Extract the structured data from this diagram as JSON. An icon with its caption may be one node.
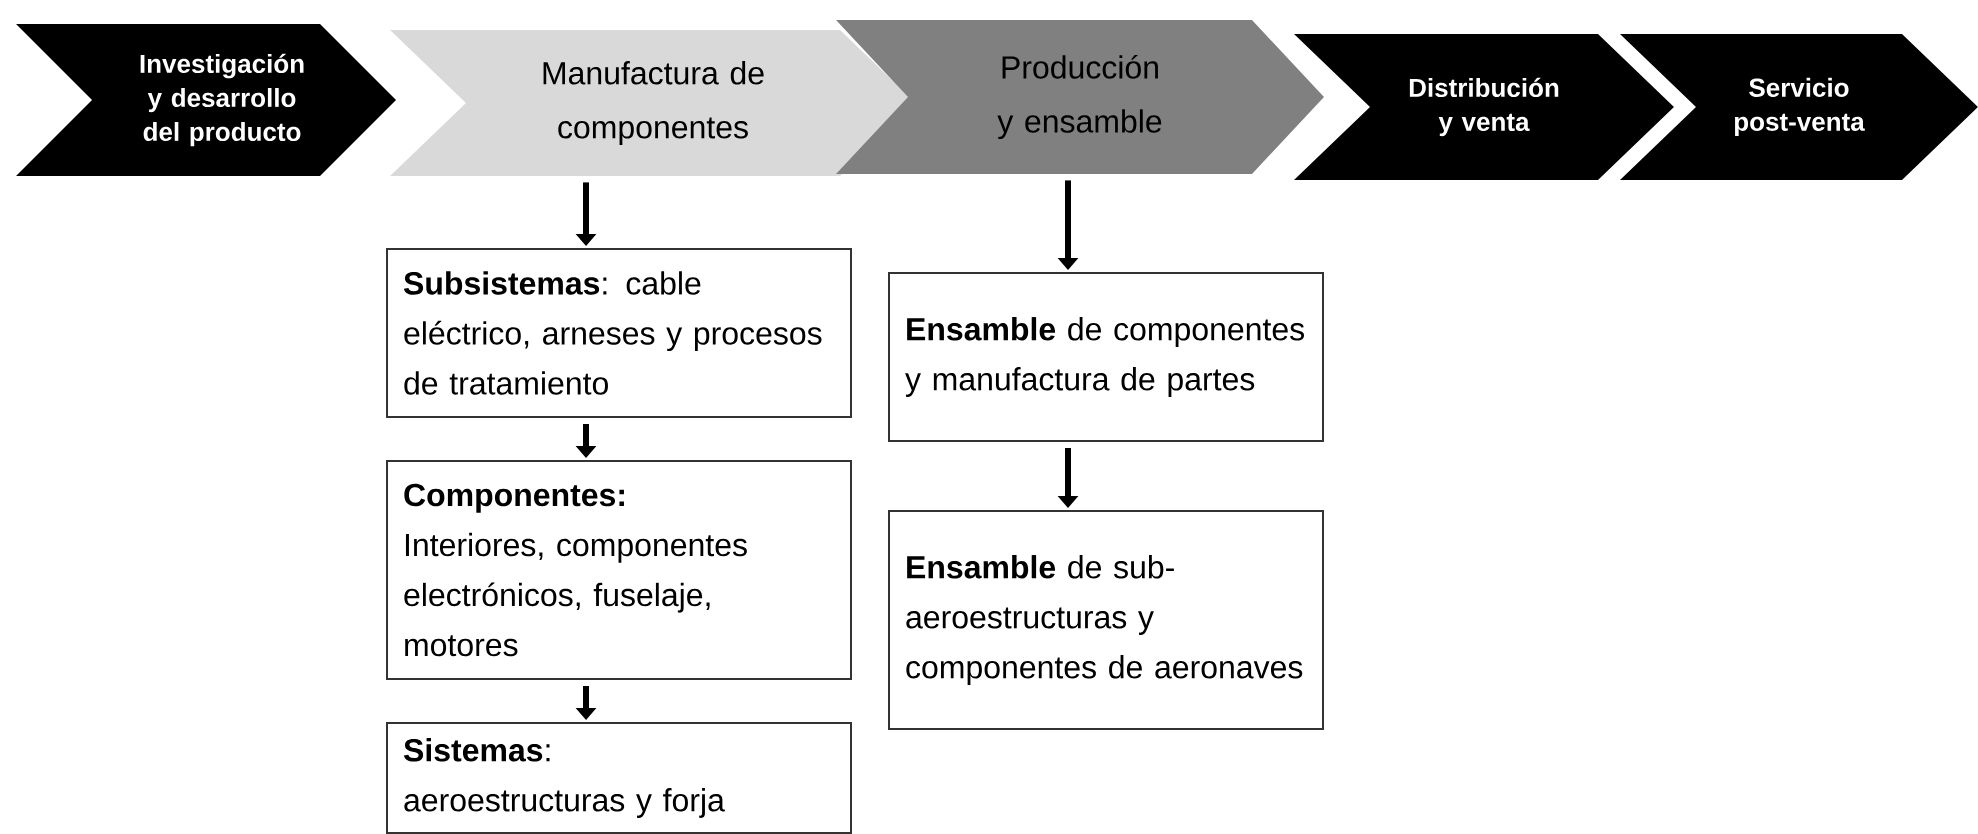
{
  "diagram": {
    "nodes": [
      {
        "text": [
          "Investigación y desarrollo del producto"
        ]
      },
      {
        "text": [
          "Manufactura de componentes"
        ]
      },
      {
        "text": [
          "Producción y ensamble"
        ]
      },
      {
        "text": [
          "Distribución y venta"
        ]
      },
      {
        "text": [
          "Servicio post-venta"
        ]
      },
      {
        "text": [
          "**Subsistemas**: cable eléctrico, arneses y procesos de tratamiento"
        ]
      },
      {
        "text": [
          "Componentes:",
          "Interiores, componentes electrónicos, fuselaje, motores"
        ]
      },
      {
        "text": [
          "**Sistemas**:",
          "aeroestructuras y forja"
        ]
      },
      {
        "text": [
          "**Ensamble** de componentes y manufactura de partes"
        ]
      },
      {
        "text": [
          "**Ensamble** de sub-aeroestructuras y componentes de aeronaves"
        ]
      }
    ],
    "edges": [
      {
        "from": 1,
        "to": 5,
        "arrow": "to"
      },
      {
        "from": 5,
        "to": 6,
        "arrow": "to"
      },
      {
        "from": 6,
        "to": 7,
        "arrow": "to"
      },
      {
        "from": 2,
        "to": 8,
        "arrow": "to"
      },
      {
        "from": 8,
        "to": 9,
        "arrow": "to"
      }
    ]
  }
}
